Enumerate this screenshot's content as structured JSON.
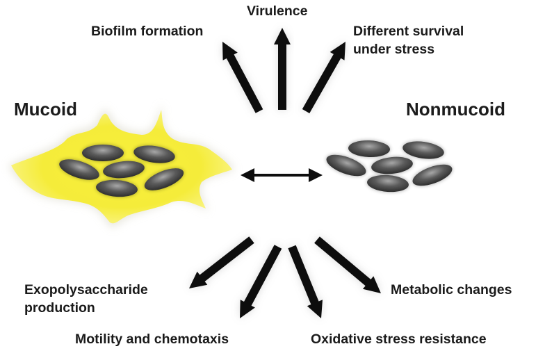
{
  "title_left": "Mucoid",
  "title_right": "Nonmucoid",
  "effects_top": {
    "biofilm": "Biofilm formation",
    "virulence": "Virulence",
    "survival_line1": "Different survival",
    "survival_line2": "under stress"
  },
  "effects_bottom": {
    "exo_line1": "Exopolysaccharide",
    "exo_line2": "production",
    "motility": "Motility and chemotaxis",
    "oxidative": "Oxidative stress resistance",
    "metabolic": "Metabolic changes"
  },
  "colors": {
    "arrow": "#0d0d0d",
    "cell_dark": "#2e2e2e",
    "cell_light": "#9a9a9a",
    "matrix_yellow": "#f5ec3a",
    "matrix_glow": "#fffbb0"
  }
}
